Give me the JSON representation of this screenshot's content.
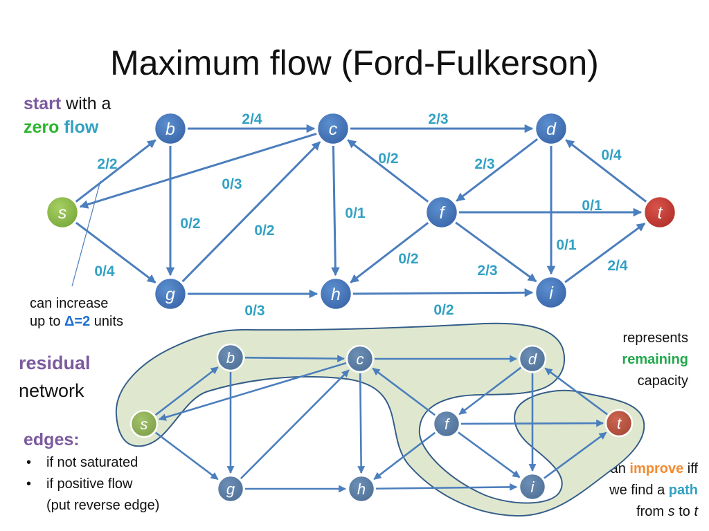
{
  "title": "Maximum flow (Ford-Fulkerson)",
  "start_note": {
    "start": "start",
    "with_a": "with a",
    "zero": "zero",
    "flow": "flow"
  },
  "increase_note": {
    "line1": "can increase",
    "up_to": "up to",
    "delta": "Δ=2",
    "units": "units"
  },
  "residual_label": {
    "residual": "residual",
    "network": "network"
  },
  "edges_note": {
    "heading": "edges:",
    "bullet1": "if not saturated",
    "bullet2a": "if positive flow",
    "bullet2b": "(put reverse edge)",
    "dot": "•"
  },
  "represents_note": {
    "line1": "represents",
    "line2": "remaining",
    "line3": "capacity"
  },
  "improve_note": {
    "can": "can",
    "improve": "improve",
    "iff": "iff",
    "we_find_a": "we find a",
    "path": "path",
    "from": "from",
    "s": "s",
    "to": "to",
    "t": "t"
  },
  "nodes": {
    "s": "s",
    "b": "b",
    "c": "c",
    "d": "d",
    "f": "f",
    "g": "g",
    "h": "h",
    "i": "i",
    "t": "t"
  },
  "edge_labels": {
    "b_c": "2/4",
    "c_d": "2/3",
    "s_b": "2/2",
    "c_s": "0/3",
    "f_c": "0/2",
    "d_f": "2/3",
    "t_d": "0/4",
    "b_g": "0/2",
    "g_c": "0/2",
    "c_h": "0/1",
    "f_t": "0/1",
    "d_i": "0/1",
    "s_g": "0/4",
    "f_h": "0/2",
    "f_i": "2/3",
    "i_t": "2/4",
    "g_h": "0/3",
    "h_i": "0/2"
  },
  "colors": {
    "node_blue": "#3f72b5",
    "node_green": "#8fbc4a",
    "node_red": "#c23b32",
    "edge": "#4b7ebd",
    "label": "#31a1c3",
    "region": "#dfe8cf"
  }
}
